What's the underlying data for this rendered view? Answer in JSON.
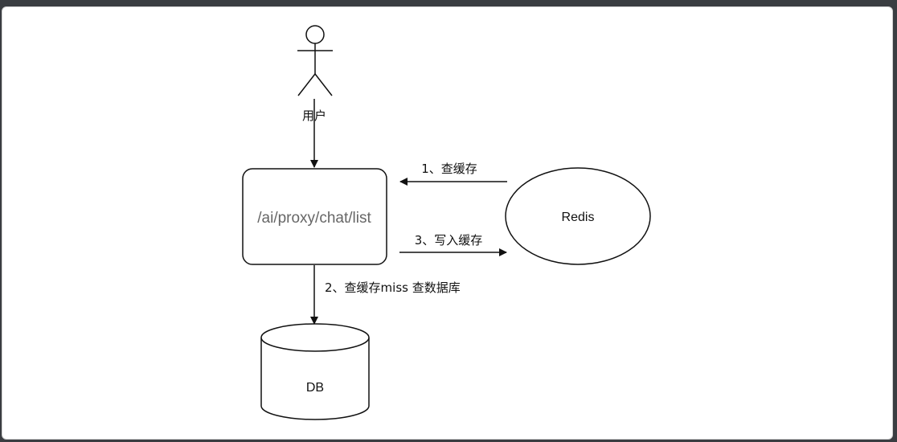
{
  "diagram": {
    "user": {
      "label": "用户"
    },
    "proxy": {
      "label": "/ai/proxy/chat/list"
    },
    "redis": {
      "label": "Redis"
    },
    "db": {
      "label": "DB"
    },
    "edges": {
      "query_cache": "1、查缓存",
      "cache_miss_query_db": "2、查缓存miss 查数据库",
      "write_cache": "3、写入缓存"
    }
  }
}
